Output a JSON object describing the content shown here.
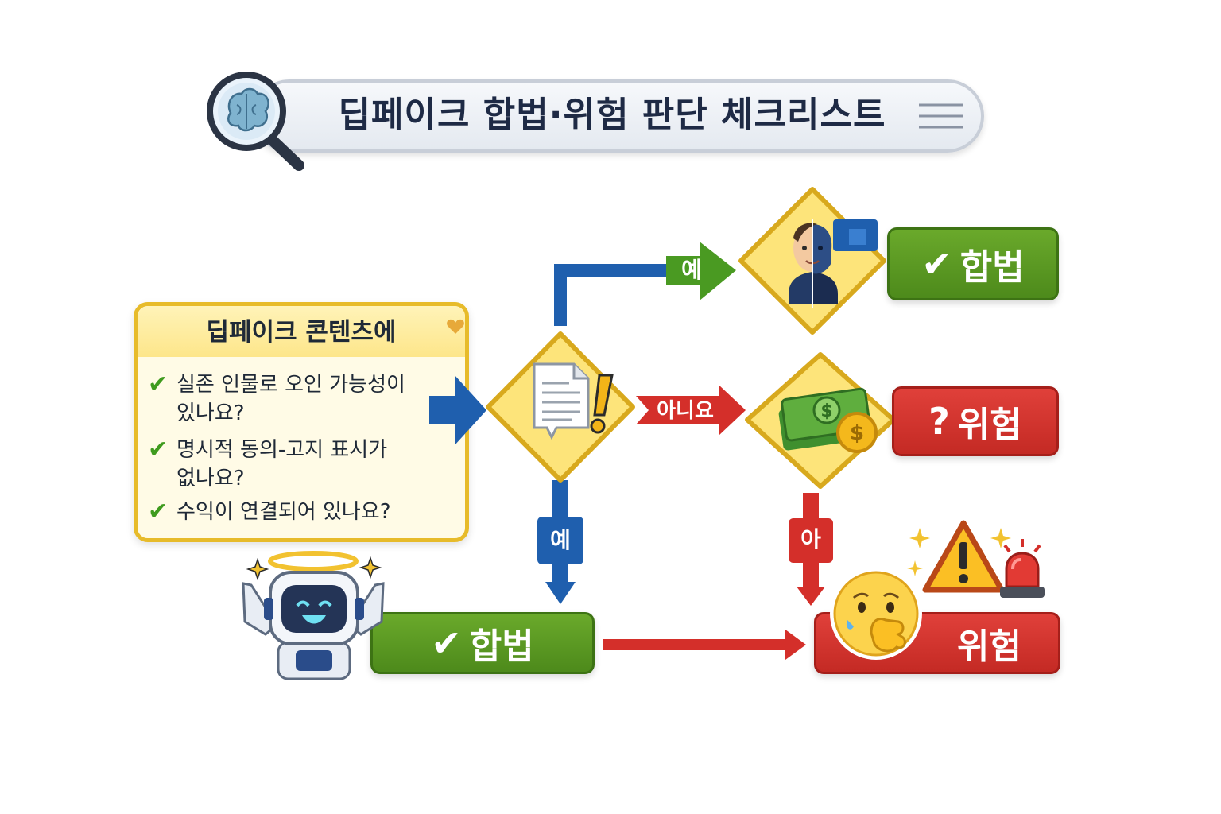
{
  "title": "딥페이크 합법·위험 판단 체크리스트",
  "checklist": {
    "heading": "딥페이크 콘텐츠에",
    "items": [
      {
        "line1": "실존 인물로 오인 가능성이",
        "line2": "있나요?"
      },
      {
        "line1": "명시적 동의-고지 표시가",
        "line2": "없나요?"
      },
      {
        "line1": "수익이 연결되어 있나요?",
        "line2": ""
      }
    ]
  },
  "arrows": {
    "yes_top": "예",
    "no_mid": "아니요",
    "yes_down": "예",
    "down_right": "아"
  },
  "results": {
    "legal_top": "합법",
    "risk_mid": "위험",
    "legal_bottom": "합법",
    "risk_bottom": "위험"
  },
  "symbols": {
    "check": "✔",
    "question": "?"
  },
  "colors": {
    "blue": "#1f5fae",
    "red": "#d42f2a",
    "green": "#5a9a22",
    "gold": "#e7bb2a",
    "diamond_fill": "#fde47a"
  },
  "icons": [
    "brain-magnifier-icon",
    "document-warning-icon",
    "face-split-icon",
    "money-icon",
    "robot-icon",
    "worried-face-icon",
    "warning-triangle-icon",
    "siren-icon",
    "sparkle-icon"
  ]
}
